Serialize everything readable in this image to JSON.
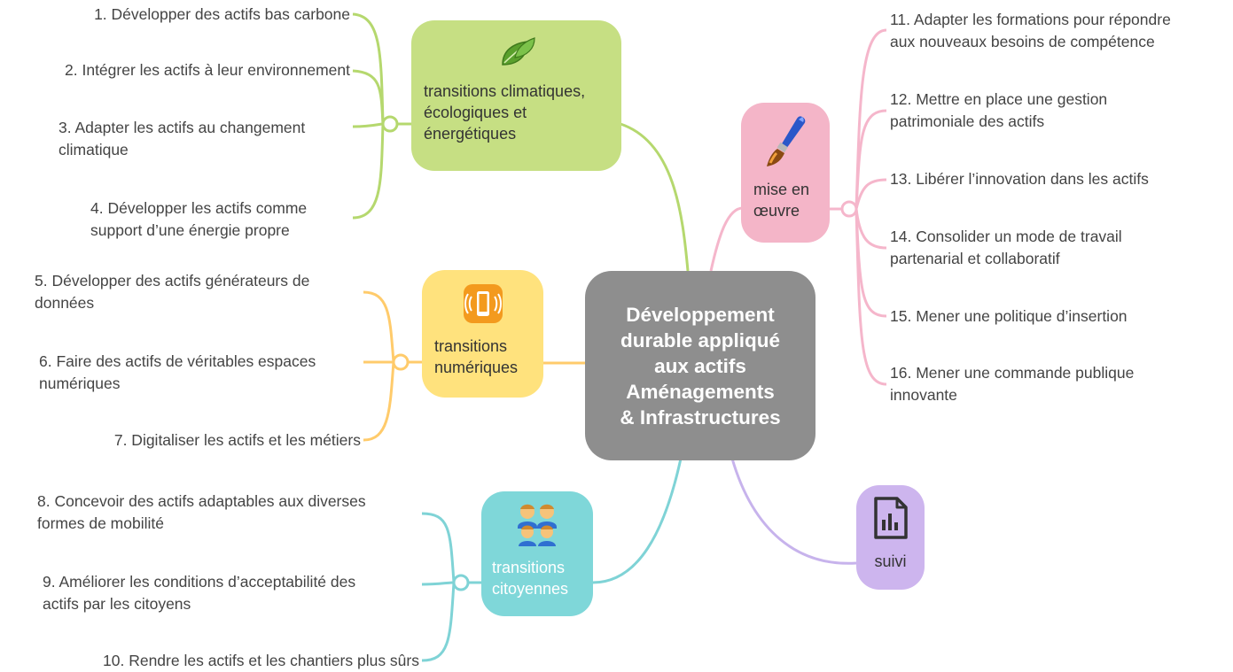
{
  "central": {
    "label": "Développement\ndurable appliqué\naux actifs\n Aménagements\n& Infrastructures"
  },
  "colors": {
    "central": "#8e8e8e",
    "climat": "#b5d86e",
    "numerique": "#ffcb6b",
    "citoyen": "#7fd3d6",
    "mise": "#f5b6cb",
    "suivi": "#c7b3ec"
  },
  "branches": {
    "climat": {
      "label": "transitions climatiques,\nécologiques et\nénergétiques",
      "icon": "leaf-icon",
      "leaves": [
        "1. Développer des actifs bas carbone",
        "2. Intégrer les actifs à leur environnement",
        "3. Adapter les actifs au changement\nclimatique",
        "4.  Développer les actifs comme\nsupport d’une énergie propre"
      ]
    },
    "numerique": {
      "label": "transitions\nnumériques",
      "icon": "phone-vibrate-icon",
      "leaves": [
        "5. Développer des actifs générateurs de\ndonnées",
        "6. Faire des actifs de véritables espaces\nnumériques",
        "7. Digitaliser les actifs et les métiers"
      ]
    },
    "citoyen": {
      "label": "transitions\ncitoyennes",
      "icon": "family-icon",
      "leaves": [
        "8. Concevoir des actifs adaptables aux diverses\nformes de mobilité",
        "9. Améliorer les conditions d’acceptabilité des\nactifs par les citoyens",
        "10. Rendre les actifs et les chantiers plus sûrs"
      ]
    },
    "mise": {
      "label": "mise en\nœuvre",
      "icon": "paintbrush-icon",
      "leaves": [
        "11. Adapter les formations pour répondre\naux nouveaux besoins de compétence",
        "12. Mettre en place une gestion\npatrimoniale des actifs",
        "13. Libérer l’innovation dans les actifs",
        "14. Consolider un mode de travail\npartenarial et collaboratif",
        "15. Mener une politique d’insertion",
        "16. Mener une commande publique\ninnovante"
      ]
    },
    "suivi": {
      "label": "suivi",
      "icon": "report-chart-icon",
      "leaves": []
    }
  }
}
